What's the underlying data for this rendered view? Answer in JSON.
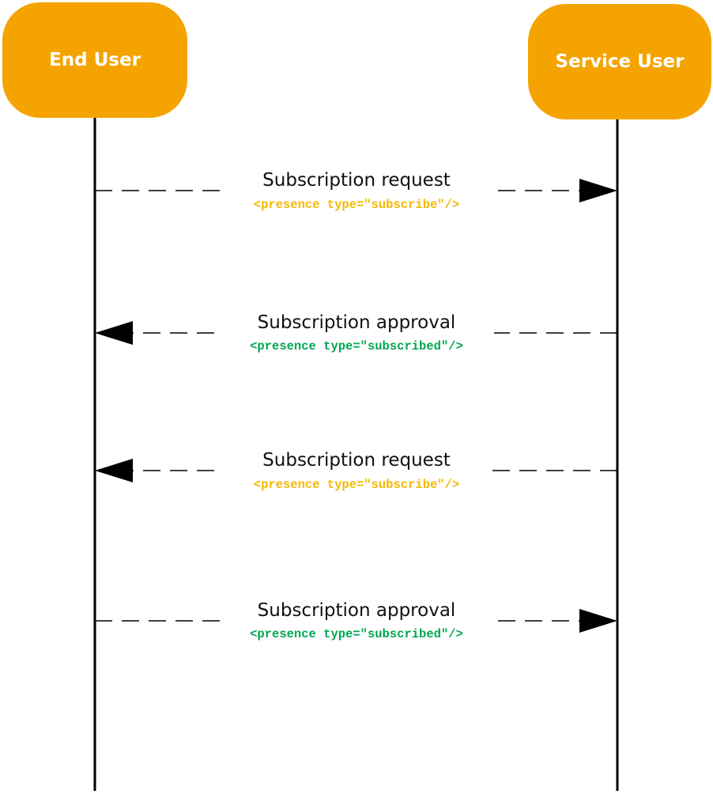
{
  "actors": {
    "left": {
      "name": "End User",
      "color": "#f5a300"
    },
    "right": {
      "name": "Service User",
      "color": "#f5a300"
    }
  },
  "messages": [
    {
      "direction": "to-right",
      "label": "Subscription request",
      "code": "<presence type=\"subscribe\"/>",
      "code_color": "#f5b800"
    },
    {
      "direction": "to-left",
      "label": "Subscription approval",
      "code": "<presence type=\"subscribed\"/>",
      "code_color": "#00a651"
    },
    {
      "direction": "to-left",
      "label": "Subscription request",
      "code": "<presence type=\"subscribe\"/>",
      "code_color": "#f5b800"
    },
    {
      "direction": "to-right",
      "label": "Subscription approval",
      "code": "<presence type=\"subscribed\"/>",
      "code_color": "#00a651"
    }
  ]
}
